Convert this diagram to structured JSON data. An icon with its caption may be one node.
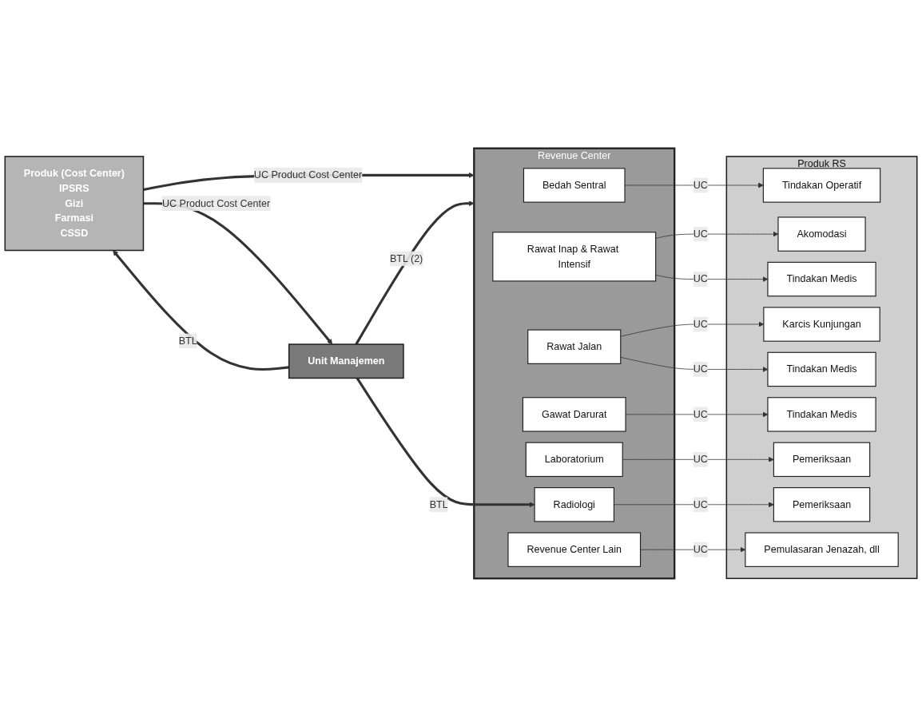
{
  "diagram": {
    "nodes": [
      {
        "text": [
          "Produk (Cost Center)",
          "IPSRS",
          "Gizi",
          "Farmasi",
          "CSSD"
        ]
      },
      {
        "text": [
          "Revenue Center"
        ]
      },
      {
        "text": [
          "Bedah Sentral"
        ],
        "in": 1
      },
      {
        "text": [
          "Rawat Inap & Rawat Intensif"
        ],
        "in": 1
      },
      {
        "text": [
          "Rawat Jalan"
        ],
        "in": 1
      },
      {
        "text": [
          "Gawat Darurat"
        ],
        "in": 1
      },
      {
        "text": [
          "Laboratorium"
        ],
        "in": 1
      },
      {
        "text": [
          "Radiologi"
        ],
        "in": 1
      },
      {
        "text": [
          "Revenue Center Lain"
        ],
        "in": 1
      },
      {
        "text": [
          "Produk RS"
        ]
      },
      {
        "text": [
          "Tindakan Operatif"
        ],
        "in": 9
      },
      {
        "text": [
          "Akomodasi"
        ],
        "in": 9
      },
      {
        "text": [
          "Tindakan Medis"
        ],
        "in": 9
      },
      {
        "text": [
          "Karcis Kunjungan"
        ],
        "in": 9
      },
      {
        "text": [
          "Tindakan Medis"
        ],
        "in": 9
      },
      {
        "text": [
          "Tindakan Medis"
        ],
        "in": 9
      },
      {
        "text": [
          "Pemeriksaan"
        ],
        "in": 9
      },
      {
        "text": [
          "Pemeriksaan"
        ],
        "in": 9
      },
      {
        "text": [
          "Pemulasaran Jenazah, dll"
        ],
        "in": 9
      },
      {
        "text": [
          "Unit Manajemen"
        ]
      }
    ],
    "edges": [
      {
        "from": 0,
        "to": 1,
        "arrow": "to",
        "label": "UC Product Cost Center",
        "style": "thick"
      },
      {
        "from": 0,
        "to": 19,
        "arrow": "to",
        "label": "UC Product Cost Center",
        "style": "thick"
      },
      {
        "from": 19,
        "to": 0,
        "arrow": "to",
        "label": "BTL",
        "style": "thick"
      },
      {
        "from": 19,
        "to": 1,
        "arrow": "to",
        "label": "BTL (2)",
        "style": "thick"
      },
      {
        "from": 19,
        "to": 7,
        "arrow": "to",
        "label": "BTL",
        "style": "thick"
      },
      {
        "from": 2,
        "to": 10,
        "arrow": "to",
        "label": "UC"
      },
      {
        "from": 3,
        "to": 11,
        "arrow": "to",
        "label": "UC"
      },
      {
        "from": 3,
        "to": 12,
        "arrow": "to",
        "label": "UC"
      },
      {
        "from": 4,
        "to": 13,
        "arrow": "to",
        "label": "UC"
      },
      {
        "from": 4,
        "to": 14,
        "arrow": "to",
        "label": "UC"
      },
      {
        "from": 5,
        "to": 15,
        "arrow": "to",
        "label": "UC"
      },
      {
        "from": 6,
        "to": 16,
        "arrow": "to",
        "label": "UC"
      },
      {
        "from": 7,
        "to": 17,
        "arrow": "to",
        "label": "UC"
      },
      {
        "from": 8,
        "to": 18,
        "arrow": "to",
        "label": "UC"
      }
    ]
  }
}
